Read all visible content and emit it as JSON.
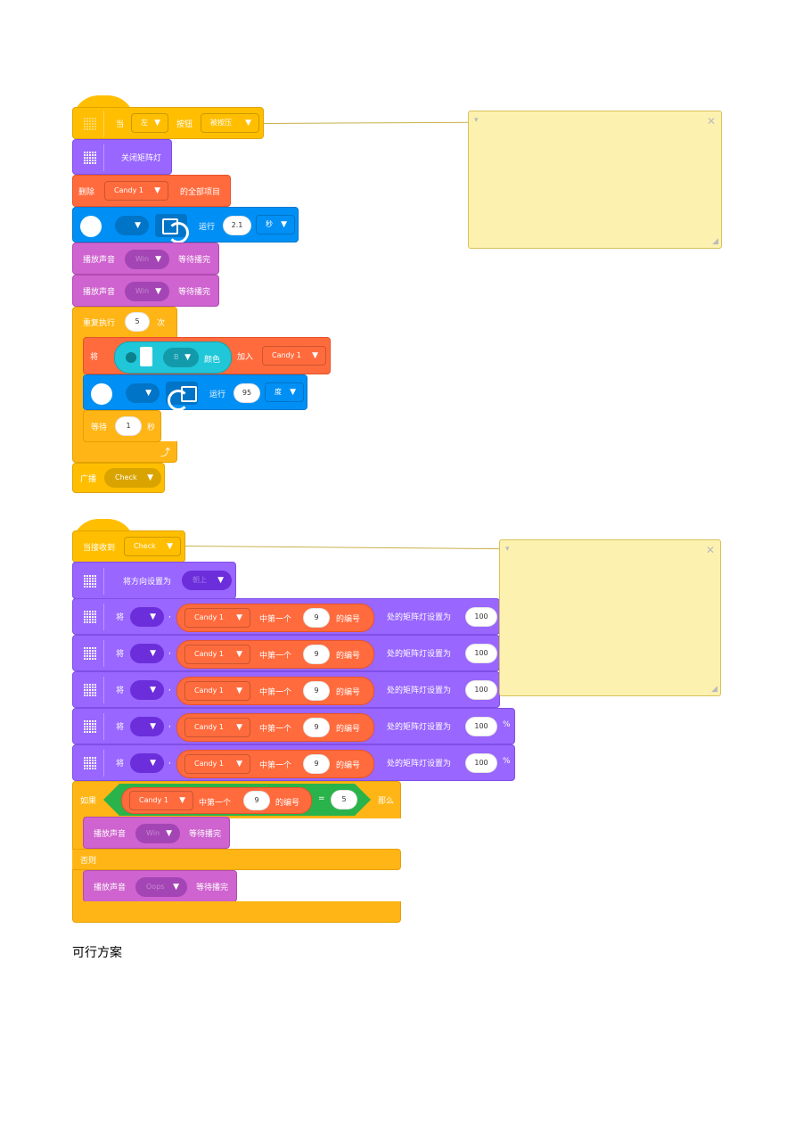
{
  "script1": {
    "hat": {
      "when": "当",
      "side": "左",
      "button": "按钮",
      "state": "被按压"
    },
    "matrix_off": "关闭矩阵灯",
    "delete": {
      "label": "删除",
      "list": "Candy 1",
      "suffix": "的全部项目"
    },
    "move1": {
      "run": "运行",
      "value": "2.1",
      "unit": "秒"
    },
    "sound1": {
      "label": "播放声音",
      "name": "Win",
      "suffix": "等待播完"
    },
    "sound2": {
      "label": "播放声音",
      "name": "Win",
      "suffix": "等待播完"
    },
    "repeat": {
      "label": "重复执行",
      "count": "5",
      "suffix": "次"
    },
    "add": {
      "label": "将",
      "port": "B",
      "color": "颜色",
      "join": "加入",
      "list": "Candy 1"
    },
    "move2": {
      "run": "运行",
      "value": "95",
      "unit": "度"
    },
    "wait": {
      "label": "等待",
      "value": "1",
      "unit": "秒"
    },
    "broadcast": {
      "label": "广播",
      "msg": "Check"
    }
  },
  "script2": {
    "hat": {
      "label": "当接收到",
      "msg": "Check"
    },
    "direction": {
      "label": "将方向设置为",
      "value": "朝上"
    },
    "pixel_rows": [
      {
        "set": "将",
        "list": "Candy 1",
        "find": "中第一个",
        "num": "9",
        "idx": "的编号",
        "set_to": "处的矩阵灯设置为",
        "val": "100",
        "pct": ""
      },
      {
        "set": "将",
        "list": "Candy 1",
        "find": "中第一个",
        "num": "9",
        "idx": "的编号",
        "set_to": "处的矩阵灯设置为",
        "val": "100",
        "pct": ""
      },
      {
        "set": "将",
        "list": "Candy 1",
        "find": "中第一个",
        "num": "9",
        "idx": "的编号",
        "set_to": "处的矩阵灯设置为",
        "val": "100",
        "pct": ""
      },
      {
        "set": "将",
        "list": "Candy 1",
        "find": "中第一个",
        "num": "9",
        "idx": "的编号",
        "set_to": "处的矩阵灯设置为",
        "val": "100",
        "pct": "%"
      },
      {
        "set": "将",
        "list": "Candy 1",
        "find": "中第一个",
        "num": "9",
        "idx": "的编号",
        "set_to": "处的矩阵灯设置为",
        "val": "100",
        "pct": "%"
      }
    ],
    "if": {
      "label": "如果",
      "list": "Candy 1",
      "find": "中第一个",
      "num": "9",
      "idx": "的编号",
      "eq": "=",
      "cmp": "5",
      "then": "那么"
    },
    "sound_then": {
      "label": "播放声音",
      "name": "Win",
      "suffix": "等待播完"
    },
    "else": "否则",
    "sound_else": {
      "label": "播放声音",
      "name": "Oops",
      "suffix": "等待播完"
    }
  },
  "caption": "可行方案",
  "colors": {
    "event": "#ffbf00",
    "control": "#ffb515",
    "matrix": "#9966ff",
    "data": "#ff6b3d",
    "motor": "#0090f5",
    "sound": "#cf63cf",
    "sensor": "#1fc7d9",
    "operator": "#29b34a",
    "note": "#fdf1b0"
  }
}
